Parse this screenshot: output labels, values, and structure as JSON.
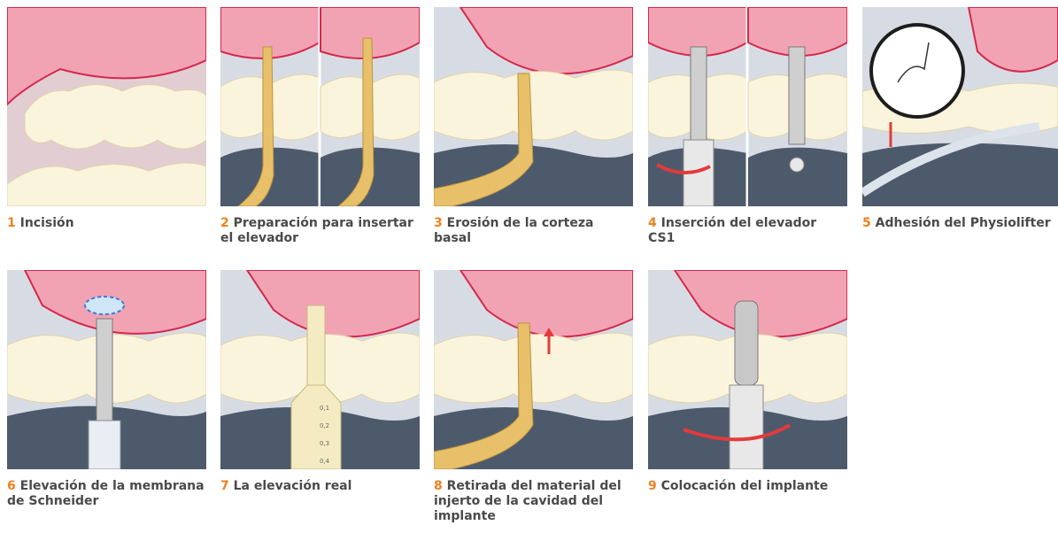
{
  "steps": [
    {
      "number": "1",
      "text": "Incisión"
    },
    {
      "number": "2",
      "text": "Preparación para insertar el elevador"
    },
    {
      "number": "3",
      "text": "Erosión de la corteza basal"
    },
    {
      "number": "4",
      "text": "Inserción del elevador CS1"
    },
    {
      "number": "5",
      "text": "Adhesión del Physiolifter"
    },
    {
      "number": "6",
      "text": "Elevación de la membrana de Schneider"
    },
    {
      "number": "7",
      "text": "La elevación real"
    },
    {
      "number": "8",
      "text": "Retirada del material del injerto de la cavidad del implante"
    },
    {
      "number": "9",
      "text": "Colocación del implante"
    }
  ],
  "scale_marks": [
    "0,1",
    "0,2",
    "0,3",
    "0,4"
  ],
  "colors": {
    "gum": "#f2a3b3",
    "gum_edge": "#d6284b",
    "tooth": "#fbf4dc",
    "background": "#d7dce4",
    "shadow": "#4d5a6c",
    "instrument_gold": "#e9c06a",
    "number_orange": "#f0801e"
  }
}
